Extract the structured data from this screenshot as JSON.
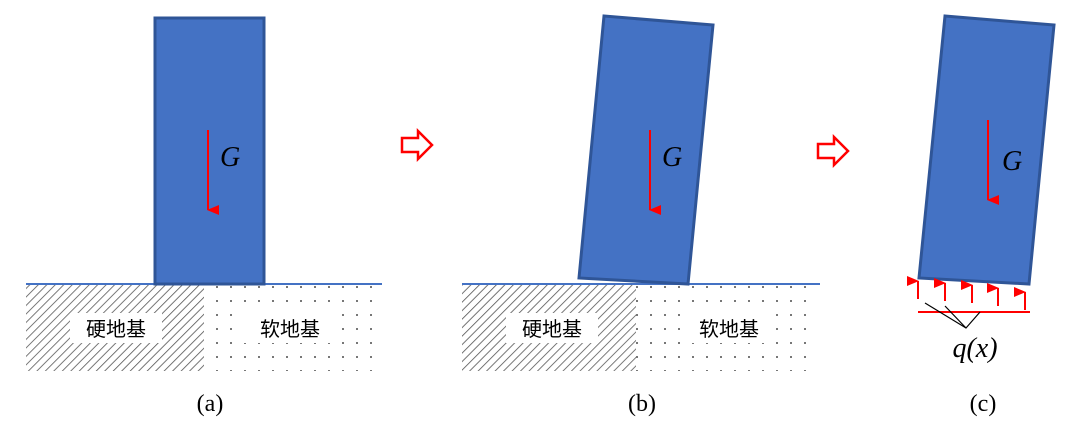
{
  "colors": {
    "block_fill": "#4472C4",
    "block_stroke": "#2F5597",
    "arrow": "#FF0000",
    "ground_line": "#4472C4",
    "hatch": "#555555",
    "dots": "#777777",
    "text": "#000000"
  },
  "panels": [
    {
      "caption": "(a)",
      "gravity_label": "G",
      "hard_ground_label": "硬地基",
      "soft_ground_label": "软地基"
    },
    {
      "caption": "(b)",
      "gravity_label": "G",
      "hard_ground_label": "硬地基",
      "soft_ground_label": "软地基"
    },
    {
      "caption": "(c)",
      "gravity_label": "G",
      "load_label": "q(x)"
    }
  ],
  "transition_icon": "right-outline-arrow-icon"
}
